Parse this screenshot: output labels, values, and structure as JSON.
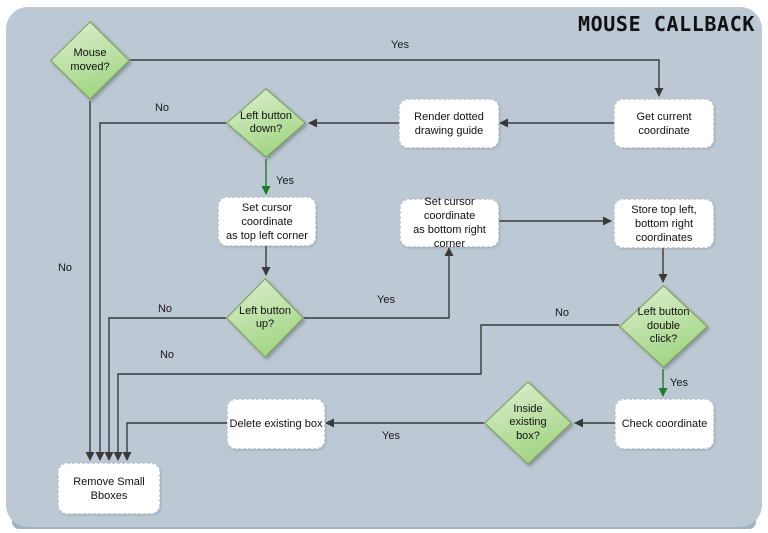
{
  "title": "MOUSE CALLBACK",
  "colors": {
    "canvas_bg": "#bcc8d3",
    "strip": "#a2b4c3",
    "node_fill": "#ffffff",
    "node_border": "#c9d0d8",
    "diamond_border": "#7fa45c",
    "diamond_fill_light": "#ddefd0",
    "diamond_fill_dark": "#98d177",
    "edge": "#3a3a3a",
    "yes_edge": "#1d7d2a",
    "text": "#111111"
  },
  "nodes": {
    "mouse_moved": {
      "label": "Mouse\nmoved?",
      "type": "decision"
    },
    "left_button_down": {
      "label": "Left button\ndown?",
      "type": "decision"
    },
    "left_button_up": {
      "label": "Left button\nup?",
      "type": "decision"
    },
    "left_button_double_click": {
      "label": "Left button\ndouble\nclick?",
      "type": "decision"
    },
    "inside_existing_box": {
      "label": "Inside\nexisting\nbox?",
      "type": "decision"
    },
    "render_dotted_guide": {
      "label": "Render dotted\ndrawing guide",
      "type": "process"
    },
    "get_current_coordinate": {
      "label": "Get current\ncoordinate",
      "type": "process"
    },
    "set_top_left": {
      "label": "Set cursor coordinate\nas top left corner",
      "type": "process"
    },
    "set_bottom_right": {
      "label": "Set cursor coordinate\nas bottom right\ncorner",
      "type": "process"
    },
    "store_coordinates": {
      "label": "Store top left,\nbottom right\ncoordinates",
      "type": "process"
    },
    "check_coordinate": {
      "label": "Check coordinate",
      "type": "process"
    },
    "delete_existing_box": {
      "label": "Delete existing box",
      "type": "process"
    },
    "remove_small_bboxes": {
      "label": "Remove Small\nBboxes",
      "type": "process"
    }
  },
  "edge_labels": {
    "mouse_moved_yes": "Yes",
    "mouse_moved_no": "No",
    "left_down_yes": "Yes",
    "left_down_no": "No",
    "left_up_yes": "Yes",
    "left_up_no": "No",
    "double_click_yes": "Yes",
    "double_click_no_near": "No",
    "double_click_no_far": "No",
    "inside_box_yes": "Yes"
  }
}
